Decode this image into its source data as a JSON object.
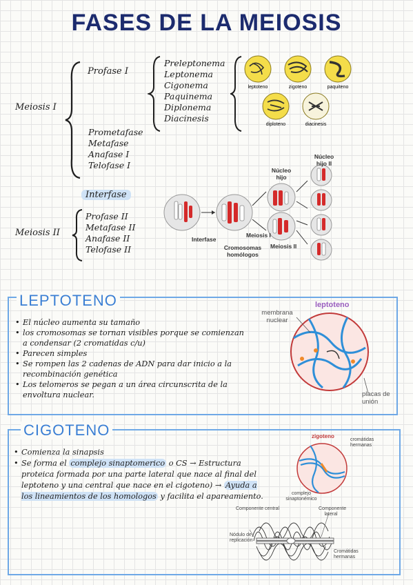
{
  "title": "FASES DE LA MEIOSIS",
  "meiosis1": {
    "label": "Meiosis I",
    "profase_label": "Profase I",
    "profase_substages": [
      "Preleptonema",
      "Leptonema",
      "Cigonema",
      "Paquinema",
      "Diplonema",
      "Diacinesis"
    ],
    "later_stages": [
      "Prometafase",
      "Metafase",
      "Anafase I",
      "Telofase I"
    ],
    "figure_labels": [
      "leptoteno",
      "zigoteno",
      "paquiteno",
      "diploteno",
      "diacinesis"
    ]
  },
  "interfase_label": "Interfase",
  "meiosis2": {
    "label": "Meiosis II",
    "stages": [
      "Profase II",
      "Metafase II",
      "Anafase II",
      "Telofase II"
    ]
  },
  "diagram": {
    "nucleo_hijo_ii": "Núcleo hijo II",
    "nucleo_hijo": "Núcleo hijo",
    "interfase": "Interfase",
    "meiosis_i": "Meiosis I",
    "meiosis_ii": "Meiosis II",
    "cromosomas_homologos": "Cromosomas homólogos"
  },
  "leptoteno": {
    "title": "LEPTOTENO",
    "bullets": [
      "El núcleo aumenta su tamaño",
      "los cromosomas se tornan visibles porque se comienzan a condensar (2 cromatidas c/u)",
      "Parecen simples",
      "Se rompen las 2 cadenas de ADN para dar inicio a la recombinación genética",
      "Los telomeros se pegan a un área circunscrita de la envoltura nuclear."
    ],
    "figure_title": "leptoteno",
    "label_membrana": "membrana nuclear",
    "label_placas": "placas de unión"
  },
  "cigoteno": {
    "title": "CIGOTENO",
    "bullet1": "Comienza la sinapsis",
    "b2_pre": "Se forma el",
    "b2_hl1": "complejo sinaptomerico",
    "b2_mid": "o CS → Estructura proteica formada por una parte lateral que nace al final del leptoteno y una central que nace en el cigoteno) →",
    "b2_hl2": "Ayuda a los lineamientos de los homologos",
    "b2_post": "y facilita el apareamiento.",
    "fig_title": "zigoteno",
    "fig_cromatidas_top": "cromátidas hermanas",
    "fig_complejo": "complejo sinaptonémico",
    "fig_central": "Componente central",
    "fig_lateral": "Componente lateral",
    "fig_nodulo": "Nódulo de replicación",
    "fig_cromatidas_bottom": "Cromátidas hermanas"
  }
}
